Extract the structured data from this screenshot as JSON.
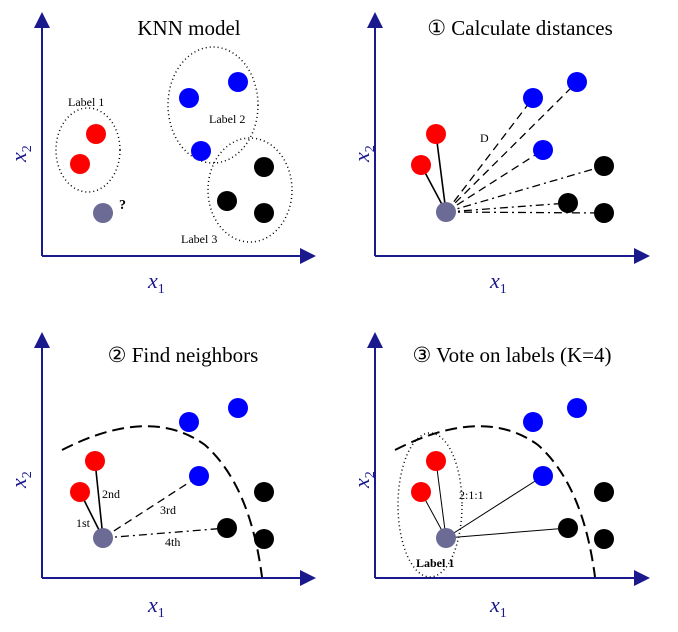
{
  "colors": {
    "axis": "#1a1a8c",
    "red": "#ff0000",
    "blue": "#0000ff",
    "black": "#000000",
    "query": "#6b6b96"
  },
  "axes": {
    "x": "x",
    "x_sub": "1",
    "y": "x",
    "y_sub": "2"
  },
  "panel1": {
    "title": "KNN model",
    "label1": "Label 1",
    "label2": "Label 2",
    "label3": "Label 3",
    "query_mark": "?"
  },
  "panel2": {
    "title": "① Calculate distances",
    "distance_label": "D"
  },
  "panel3": {
    "title": "② Find neighbors",
    "rank1": "1st",
    "rank2": "2nd",
    "rank3": "3rd",
    "rank4": "4th"
  },
  "panel4": {
    "title": "③ Vote on labels (K=4)",
    "vote_ratio": "2:1:1",
    "result_label": "Label 1"
  }
}
